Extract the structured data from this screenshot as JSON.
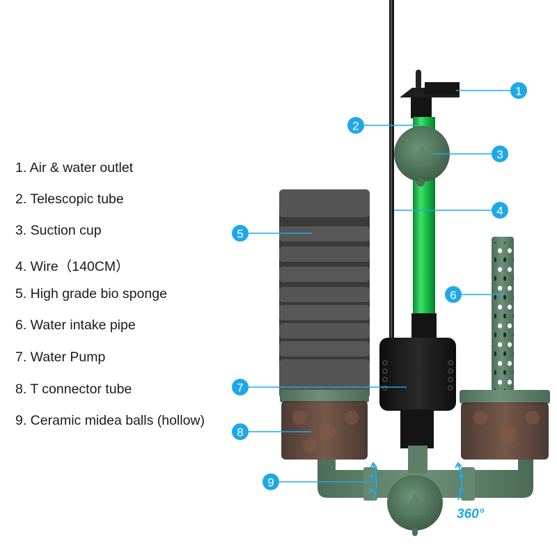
{
  "legend": {
    "items": [
      {
        "num": "1",
        "text": "1. Air & water outlet"
      },
      {
        "num": "2",
        "text": "2. Telescopic tube"
      },
      {
        "num": "3",
        "text": "3. Suction cup"
      },
      {
        "num": "4",
        "text": "4. Wire（140CM）"
      },
      {
        "num": "5",
        "text": "5. High grade bio sponge"
      },
      {
        "num": "6",
        "text": "6. Water intake pipe"
      },
      {
        "num": "7",
        "text": "7. Water Pump"
      },
      {
        "num": "8",
        "text": "8. T connector tube"
      },
      {
        "num": "9",
        "text": "9. Ceramic midea balls (hollow)"
      }
    ]
  },
  "callouts": [
    {
      "label": "1",
      "target": "air-water-outlet"
    },
    {
      "label": "2",
      "target": "telescopic-tube"
    },
    {
      "label": "3",
      "target": "suction-cup"
    },
    {
      "label": "4",
      "target": "wire"
    },
    {
      "label": "5",
      "target": "bio-sponge"
    },
    {
      "label": "6",
      "target": "water-intake-pipe"
    },
    {
      "label": "7",
      "target": "water-pump"
    },
    {
      "label": "8",
      "target": "t-connector-tube"
    },
    {
      "label": "9",
      "target": "ceramic-balls"
    }
  ],
  "rotation_label": "360°",
  "colors": {
    "callout": "#1fa8e8",
    "tube_green": "#19c24a",
    "part_green": "#5d7f67",
    "sponge": "#4a4a4a",
    "pump": "#1b1b1b",
    "media": "#6b4a3a"
  }
}
